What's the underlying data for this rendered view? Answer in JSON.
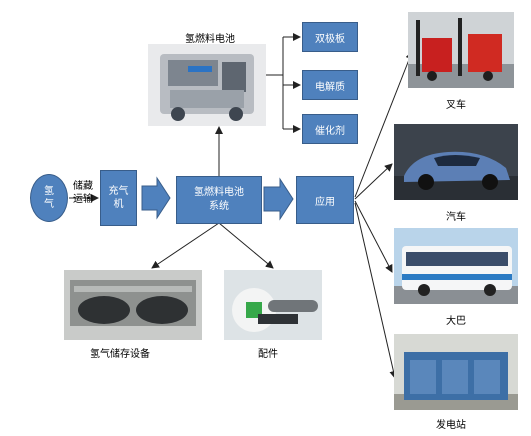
{
  "nodes": {
    "hydrogen": "氢\n气",
    "storage_transport": "储藏\n运输",
    "compressor": "充气\n机",
    "fc_system": "氢燃料电池\n系统",
    "application": "应用",
    "fc_title": "氢燃料电池",
    "bipolar_plate": "双极板",
    "electrolyte": "电解质",
    "catalyst": "催化剂",
    "forklift": "叉车",
    "car": "汽车",
    "bus": "大巴",
    "power_station": "发电站",
    "h2_storage_equipment": "氢气储存设备",
    "accessories": "配件"
  },
  "colors": {
    "box_fill": "#4f81bd",
    "box_border": "#385d8a",
    "text_light": "#ffffff"
  }
}
